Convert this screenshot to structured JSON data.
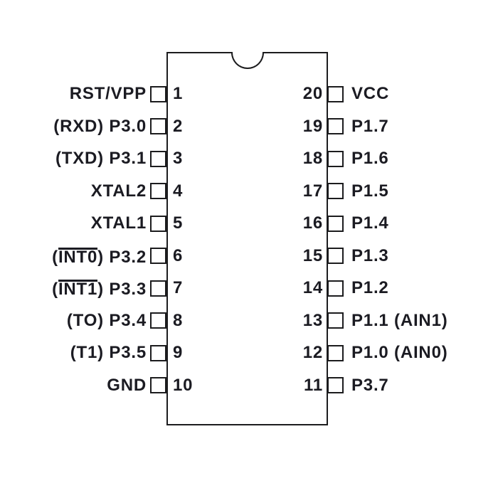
{
  "colors": {
    "ink": "#1b1b22",
    "line": "#1c1c1e"
  },
  "pins": {
    "left": [
      {
        "num": "1",
        "pre": "",
        "over": "",
        "post": "RST/VPP"
      },
      {
        "num": "2",
        "pre": "",
        "over": "",
        "post": "(RXD) P3.0"
      },
      {
        "num": "3",
        "pre": "",
        "over": "",
        "post": "(TXD) P3.1"
      },
      {
        "num": "4",
        "pre": "",
        "over": "",
        "post": "XTAL2"
      },
      {
        "num": "5",
        "pre": "",
        "over": "",
        "post": "XTAL1"
      },
      {
        "num": "6",
        "pre": "(",
        "over": "INT0",
        "post": ") P3.2"
      },
      {
        "num": "7",
        "pre": "(",
        "over": "INT1",
        "post": ") P3.3"
      },
      {
        "num": "8",
        "pre": "",
        "over": "",
        "post": "(TO) P3.4"
      },
      {
        "num": "9",
        "pre": "",
        "over": "",
        "post": "(T1) P3.5"
      },
      {
        "num": "10",
        "pre": "",
        "over": "",
        "post": "GND"
      }
    ],
    "right": [
      {
        "num": "20",
        "label": "VCC"
      },
      {
        "num": "19",
        "label": "P1.7"
      },
      {
        "num": "18",
        "label": "P1.6"
      },
      {
        "num": "17",
        "label": "P1.5"
      },
      {
        "num": "16",
        "label": "P1.4"
      },
      {
        "num": "15",
        "label": "P1.3"
      },
      {
        "num": "14",
        "label": "P1.2"
      },
      {
        "num": "13",
        "label": "P1.1 (AIN1)"
      },
      {
        "num": "12",
        "label": "P1.0 (AIN0)"
      },
      {
        "num": "11",
        "label": "P3.7"
      }
    ]
  }
}
